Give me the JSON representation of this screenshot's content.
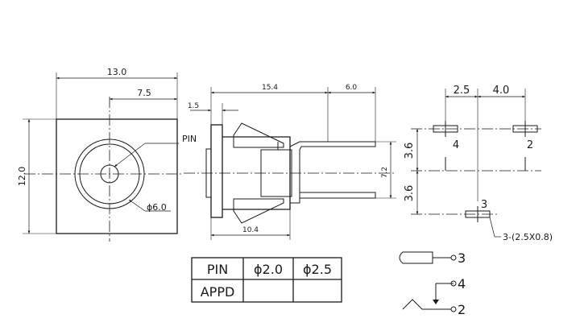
{
  "front_view": {
    "width_label": "13.0",
    "half_width_label": "7.5",
    "height_label": "12.0",
    "pin_label": "PIN",
    "hole_label": "ϕ6.0"
  },
  "side_view": {
    "flange_label": "1.5",
    "length_label": "15.4",
    "pin_ext_label": "6.0",
    "body_label": "10.4",
    "pin_spacing_label": "7.2"
  },
  "pcb_layout": {
    "spacing_h1_label": "2.5",
    "spacing_h2_label": "4.0",
    "spacing_v1_label": "3.6",
    "spacing_v2_label": "3.6",
    "pad_4_label": "4",
    "pad_2_label": "2",
    "pad_3_label": "3",
    "slot_label": "3-(2.5X0.8)"
  },
  "spec_table": {
    "header": [
      "PIN",
      "ϕ2.0",
      "ϕ2.5"
    ],
    "row_label": "APPD"
  },
  "schematic": {
    "pin3": "3",
    "pin4": "4",
    "pin2": "2"
  }
}
